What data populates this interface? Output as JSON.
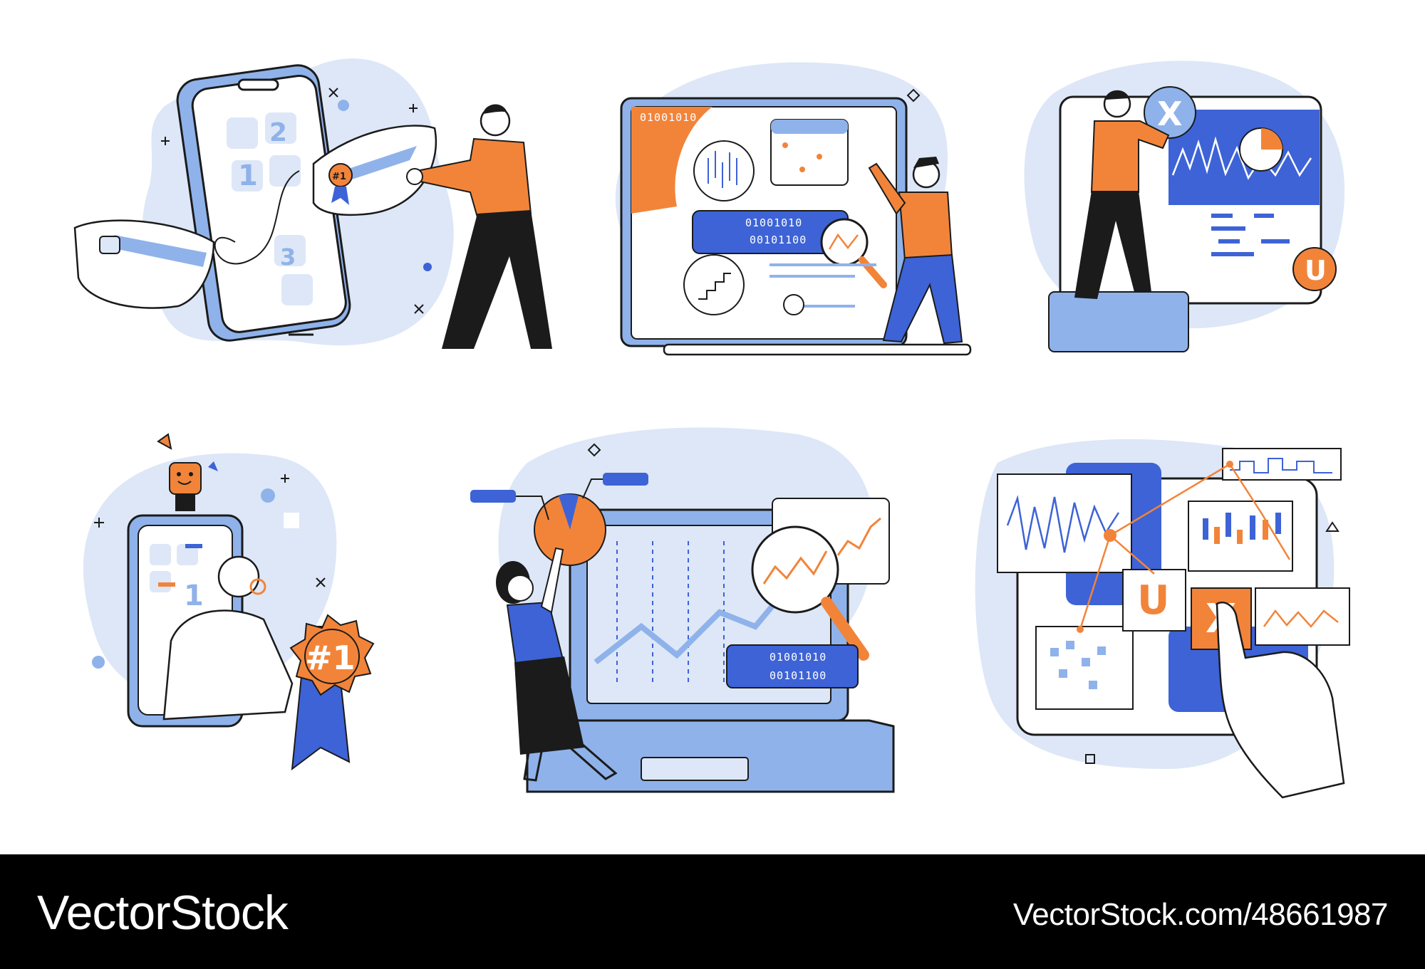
{
  "footer": {
    "brand": "VectorStock",
    "url": "VectorStock.com/48661987"
  },
  "illustrations": {
    "phone_screen": {
      "numbers": [
        "1",
        "2",
        "3"
      ]
    },
    "badge_small": "#1",
    "binary_lines": [
      "01001010",
      "00101100"
    ],
    "laptop_binary_top": "01001010",
    "ux_letters": [
      "X",
      "U"
    ],
    "ux_letters_bottom": [
      "U",
      "X"
    ],
    "award_badge": "#1",
    "phone_bottom_number": "1"
  },
  "colors": {
    "accent_orange": "#f2843a",
    "accent_blue": "#3d63d6",
    "light_blue": "#dde7f7",
    "mid_blue": "#8fb2ea",
    "outline": "#1b1b1b"
  }
}
